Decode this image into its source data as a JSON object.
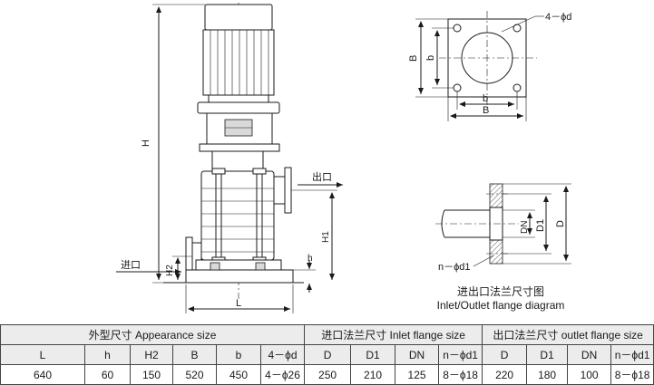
{
  "labels": {
    "outlet": "出口",
    "inlet": "进口",
    "H": "H",
    "H1": "H1",
    "H2": "H2",
    "h": "h",
    "L": "L",
    "B_top": "B",
    "b_top": "b",
    "B_side": "B",
    "b_side": "b",
    "n_phi_d": "4－ϕd",
    "D": "D",
    "D1": "D1",
    "DN": "DN",
    "n_phi_d1": "n－ϕd1",
    "flange_title_cn": "进出口法兰尺寸图",
    "flange_title_en": "Inlet/Outlet flange diagram"
  },
  "table": {
    "groups": [
      {
        "label": "外型尺寸 Appearance size",
        "span": 6
      },
      {
        "label": "进口法兰尺寸 Inlet flange size",
        "span": 4
      },
      {
        "label": "出口法兰尺寸 outlet flange size",
        "span": 4
      }
    ],
    "columns": [
      "L",
      "h",
      "H2",
      "B",
      "b",
      "4－ϕd",
      "D",
      "D1",
      "DN",
      "n－ϕd1",
      "D",
      "D1",
      "DN",
      "n－ϕd1"
    ],
    "row": [
      "640",
      "60",
      "150",
      "520",
      "450",
      "4－ϕ26",
      "250",
      "210",
      "125",
      "8－ϕ18",
      "220",
      "180",
      "100",
      "8－ϕ18"
    ]
  }
}
